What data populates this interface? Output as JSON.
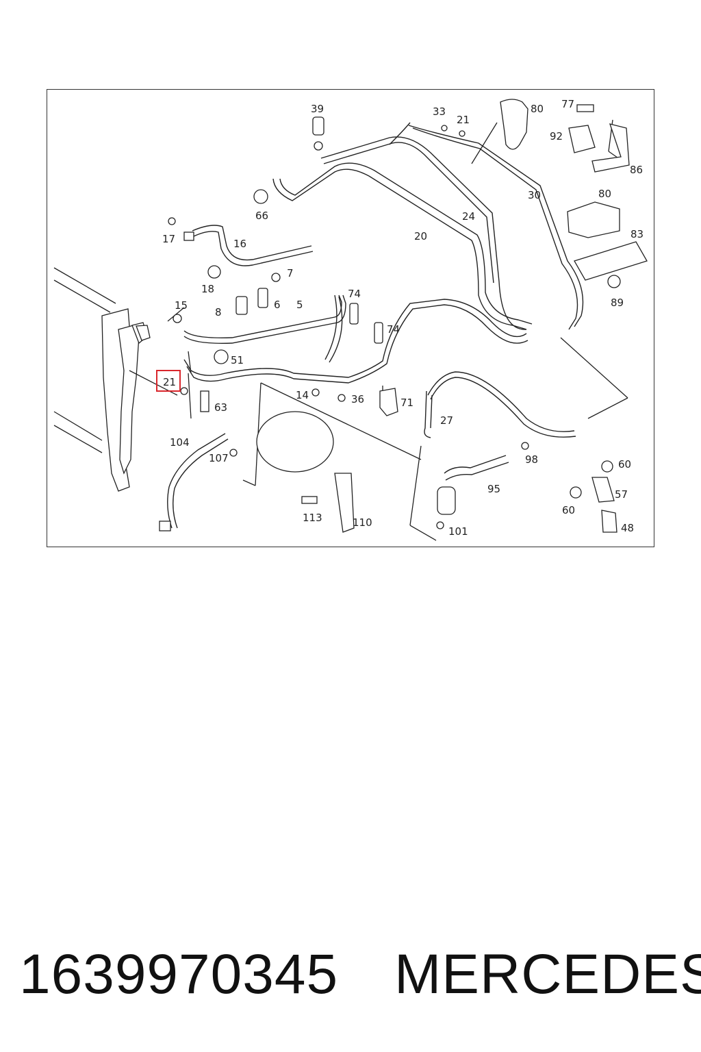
{
  "diagram": {
    "callouts": {
      "c39": "39",
      "c33": "33",
      "c21_top": "21",
      "c80_top": "80",
      "c77": "77",
      "c92": "92",
      "c86": "86",
      "c66": "66",
      "c30": "30",
      "c80_mid": "80",
      "c24": "24",
      "c17": "17",
      "c16": "16",
      "c20": "20",
      "c83": "83",
      "c18": "18",
      "c7": "7",
      "c74_a": "74",
      "c15": "15",
      "c8": "8",
      "c6": "6",
      "c5": "5",
      "c89": "89",
      "c74_b": "74",
      "c51": "51",
      "c21_highlight": "21",
      "c14": "14",
      "c36": "36",
      "c71": "71",
      "c63": "63",
      "c27": "27",
      "c104": "104",
      "c107": "107",
      "c98": "98",
      "c60_a": "60",
      "c95": "95",
      "c57": "57",
      "c60_b": "60",
      "c113": "113",
      "c110": "110",
      "c48": "48",
      "c101": "101"
    },
    "highlight_color": "#d9262c"
  },
  "caption": {
    "part_number": "1639970345",
    "brand": "MERCEDES"
  }
}
